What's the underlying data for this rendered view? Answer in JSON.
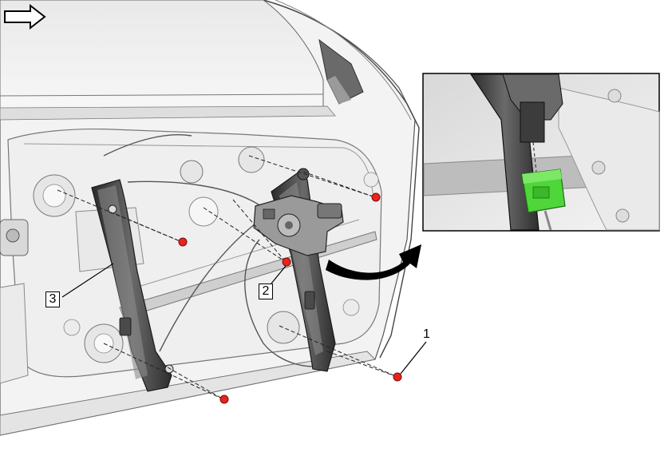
{
  "callouts": {
    "c1": "1",
    "c2": "2",
    "c3": "3"
  },
  "icons": {
    "orientation": "front-direction-arrow-icon",
    "zoom_arrow": "curved-arrow-icon",
    "fastener": "fastener-dot-icon"
  },
  "colors": {
    "fastener_red": "#e8241c",
    "connector_green": "#4fd63a",
    "outline": "#333333",
    "door_panel": "#f2f2f2",
    "regulator_rail": "#3a3a3a"
  }
}
